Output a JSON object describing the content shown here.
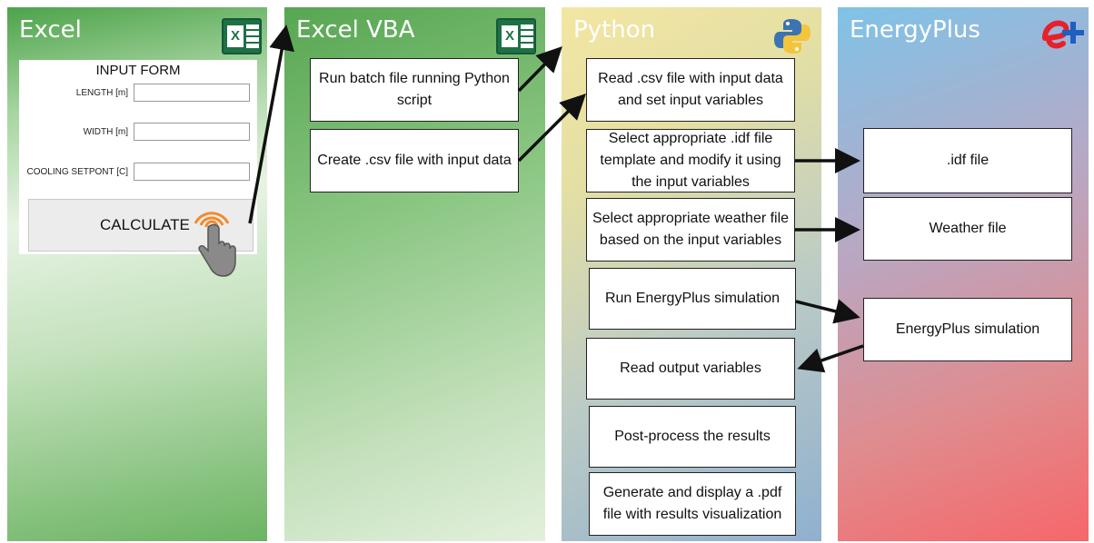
{
  "panels": {
    "excel": {
      "title": "Excel",
      "icon": "excel-icon"
    },
    "vba": {
      "title": "Excel VBA",
      "icon": "excel-icon"
    },
    "python": {
      "title": "Python",
      "icon": "python-logo-icon"
    },
    "energyplus": {
      "title": "EnergyPlus",
      "icon": "energyplus-logo-icon"
    }
  },
  "form": {
    "title": "INPUT FORM",
    "fields": [
      {
        "label": "LENGTH [m]",
        "value": ""
      },
      {
        "label": "WIDTH [m]",
        "value": ""
      },
      {
        "label": "COOLING SETPONT [C]",
        "value": ""
      }
    ],
    "button_label": "CALCULATE",
    "button_icon": "hand-click-icon"
  },
  "vba_steps": [
    "Run batch file running Python script",
    "Create .csv file with input data"
  ],
  "python_steps": [
    "Read .csv file with input data and set input variables",
    "Select appropriate .idf file template and modify it using the input variables",
    "Select appropriate weather file based on the input variables",
    "Run EnergyPlus simulation",
    "Read output variables",
    "Post-process the results",
    "Generate and display a .pdf file with results visualization"
  ],
  "energyplus_items": [
    ".idf file",
    "Weather file",
    "EnergyPlus simulation"
  ],
  "colors": {
    "excel_green": "#1e7145",
    "calc_ring": "#f28a2e",
    "energyplus_red": "#e8202a",
    "energyplus_blue": "#1f5fbf"
  }
}
